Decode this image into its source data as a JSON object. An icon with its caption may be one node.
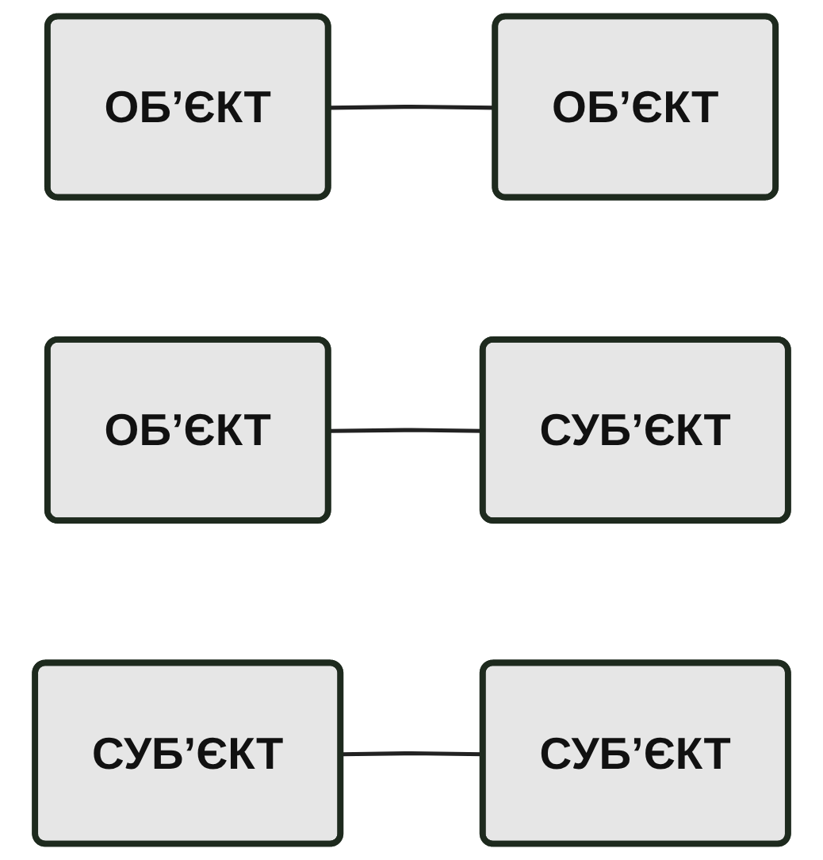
{
  "diagram": {
    "nodes": [
      {
        "text": [
          "ОБ’ЄКТ"
        ]
      },
      {
        "text": [
          "ОБ’ЄКТ"
        ]
      },
      {
        "text": [
          "ОБ’ЄКТ"
        ]
      },
      {
        "text": [
          "СУБ’ЄКТ"
        ]
      },
      {
        "text": [
          "СУБ’ЄКТ"
        ]
      },
      {
        "text": [
          "СУБ’ЄКТ"
        ]
      }
    ],
    "edges": [
      {
        "from": 0,
        "to": 1,
        "arrow": "none"
      },
      {
        "from": 2,
        "to": 3,
        "arrow": "none"
      },
      {
        "from": 4,
        "to": 5,
        "arrow": "none"
      }
    ]
  }
}
